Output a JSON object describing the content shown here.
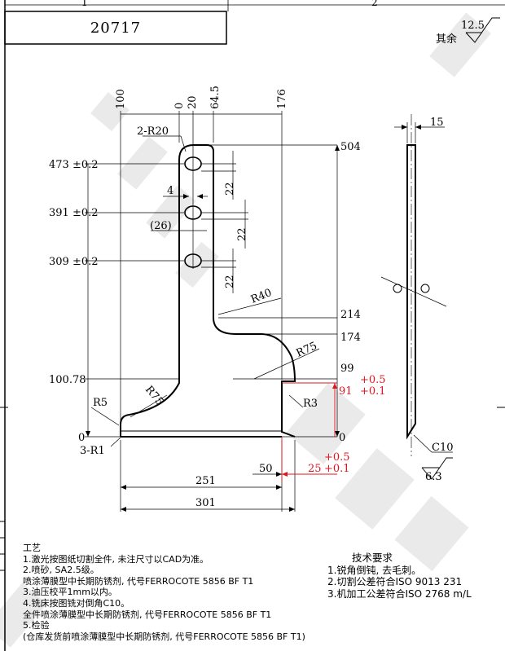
{
  "title_block": {
    "part_number": "20717"
  },
  "zone_markers": [
    "1",
    "2"
  ],
  "surface_finish": {
    "general_value": "12.5",
    "general_label": "其余",
    "edge_value": "6.3",
    "chamfer_label": "C10"
  },
  "dimensions": {
    "x_top": [
      "100",
      "0",
      "20",
      "64.5",
      "176"
    ],
    "y_right": [
      "504",
      "214",
      "174",
      "99",
      "0"
    ],
    "y_left": [
      "473 ±0.2",
      "391 ±0.2",
      "309 ±0.2",
      "100.78",
      "0"
    ],
    "pitch": [
      "22",
      "22",
      "22"
    ],
    "hole_dims": [
      "4",
      "(26)"
    ],
    "radii": [
      "2-R20",
      "R40",
      "R75",
      "R75",
      "R5",
      "R3",
      "3-R1"
    ],
    "bottom": [
      "251",
      "301",
      "50"
    ],
    "thickness": "15",
    "tol_upper": {
      "plus": "+0.5",
      "base": "91",
      "minus": "+0.1"
    },
    "tol_lower": {
      "plus": "+0.5",
      "base": "25",
      "minus": "+0.1"
    }
  },
  "process_notes": {
    "heading": "工艺",
    "lines": [
      "1.激光按图纸切割全件, 未注尺寸以CAD为准。",
      "2.喷砂, SA2.5级。",
      "   喷涂薄膜型中长期防锈剂, 代号FERROCOTE 5856 BF T1",
      "3.油压校平1mm以内。",
      "4.铣床按图铣对倒角C10。",
      "   全件喷涂薄膜型中长期防锈剂, 代号FERROCOTE 5856 BF T1",
      "5.检验",
      "  (仓库发货前喷涂薄膜型中长期防锈剂, 代号FERROCOTE 5856 BF T1)"
    ]
  },
  "technical_requirements": {
    "heading": "技术要求",
    "lines": [
      "1.锐角倒钝, 去毛刺。",
      "2.切割公差符合ISO 9013 231",
      "3.机加工公差符合ISO 2768 m/L"
    ]
  },
  "colors": {
    "line": "#000000",
    "tolerance": "#e0141e",
    "watermark": "#c8c8c8"
  }
}
